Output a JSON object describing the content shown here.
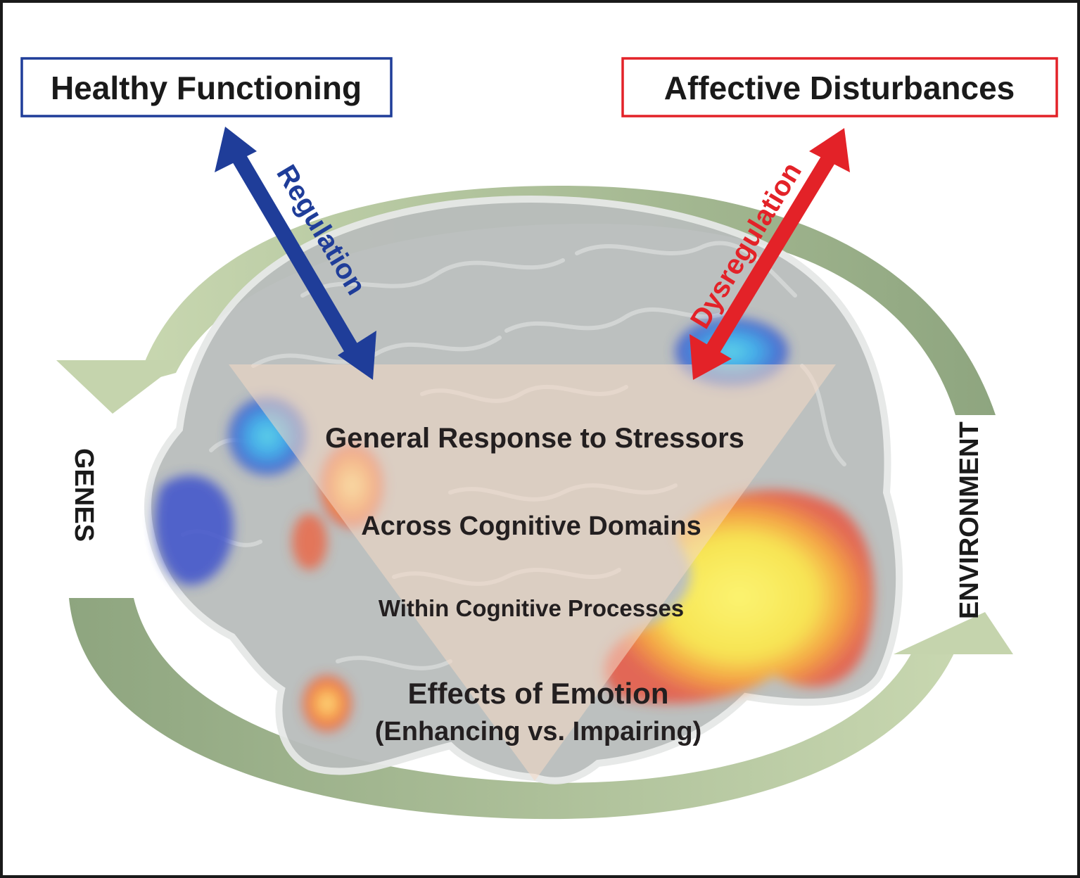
{
  "boxes": {
    "healthy": {
      "label": "Healthy Functioning",
      "border_color": "#1f3d99"
    },
    "affective": {
      "label": "Affective Disturbances",
      "border_color": "#e32228"
    }
  },
  "arrows": {
    "regulation": {
      "label": "Regulation",
      "color": "#1f3d99"
    },
    "dysregulation": {
      "label": "Dysregulation",
      "color": "#e32228"
    }
  },
  "cycle": {
    "genes": "GENES",
    "environment": "ENVIRONMENT",
    "arrow_color_light": "#c5d4ad",
    "arrow_color_dark": "#8ea57f"
  },
  "funnel": {
    "level1": "General Response to Stressors",
    "level2": "Across Cognitive Domains",
    "level3": "Within Cognitive Processes",
    "level4_line1": "Effects of Emotion",
    "level4_line2": "(Enhancing vs. Impairing)",
    "fill_color": "#f4d9c4"
  },
  "brain": {
    "base_color": "#b8bcbb",
    "activation_cool": "#3a5fd0",
    "activation_hot": "#f5e84a"
  }
}
